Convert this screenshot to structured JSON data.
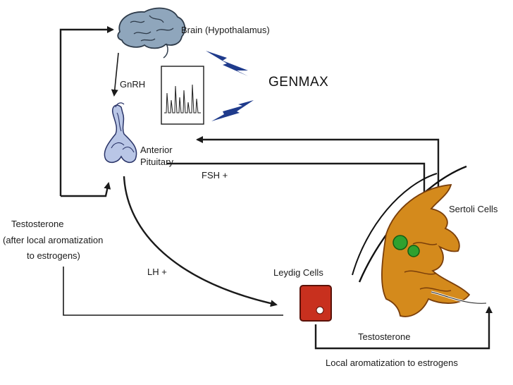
{
  "labels": {
    "brain": "Brain (Hypothalamus)",
    "gnrh": "GnRH",
    "brand": "GENMAX",
    "anterior": "Anterior",
    "pituitary": "Pituitary",
    "fsh": "FSH +",
    "lh": "LH +",
    "testosterone_feedback_1": "Testosterone",
    "testosterone_feedback_2": "(after local aromatization",
    "testosterone_feedback_3": "to estrogens)",
    "leydig": "Leydig Cells",
    "sertoli": "Sertoli Cells",
    "testosterone": "Testosterone",
    "local_aromatization": "Local aromatization to estrogens"
  },
  "colors": {
    "brain": "#8fa6bc",
    "pituitary": "#b9c6e6",
    "lightning": "#1f3b8c",
    "sertoli": "#d48a1c",
    "sertoli_dark": "#7a3e0a",
    "leydig": "#c8301e",
    "nuclei": "#2fa12f"
  }
}
